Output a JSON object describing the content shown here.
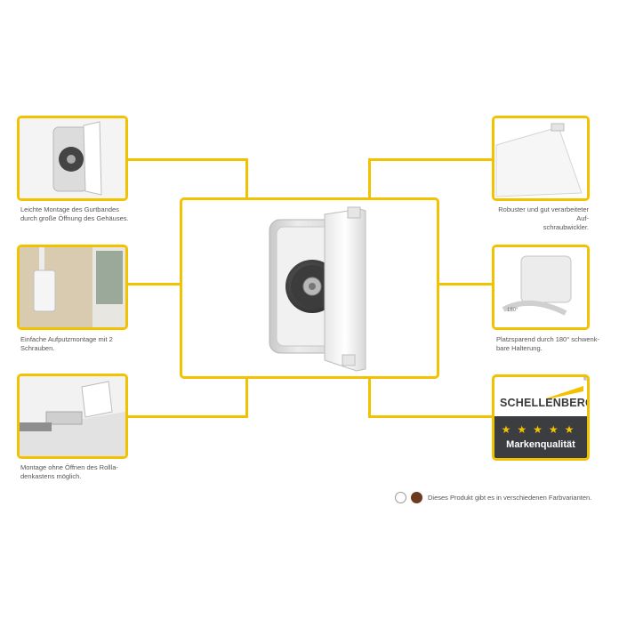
{
  "features": [
    {
      "caption": [
        "Leichte Montage des Gurtbandes",
        "durch große Öffnung des Gehäuses."
      ]
    },
    {
      "caption": [
        "Einfache Aufputzmontage mit 2",
        "Schrauben."
      ]
    },
    {
      "caption": [
        "Montage ohne Öffnen des Rollla-",
        "denkastens möglich."
      ]
    },
    {
      "caption": [
        "Robuster und gut verarbeiteter Auf-",
        "schraubwickler."
      ]
    },
    {
      "caption": [
        "Platzsparend durch 180° schwenk-",
        "bare Halterung."
      ]
    }
  ],
  "brand": {
    "name": "SCHELLENBERG",
    "registered": "®",
    "stars": "★★★★★",
    "quality": "Markenqualität"
  },
  "colors": {
    "accent": "#f2c200",
    "brand_dark": "#3b3d40",
    "variant_white": "#ffffff",
    "variant_brown": "#6b3a1f"
  },
  "variants_note": "Dieses Produkt gibt es in verschiedenen Farbvarianten.",
  "icons": {
    "product": "belt-winder-product-icon",
    "roof": "brand-roof-logo-icon"
  }
}
